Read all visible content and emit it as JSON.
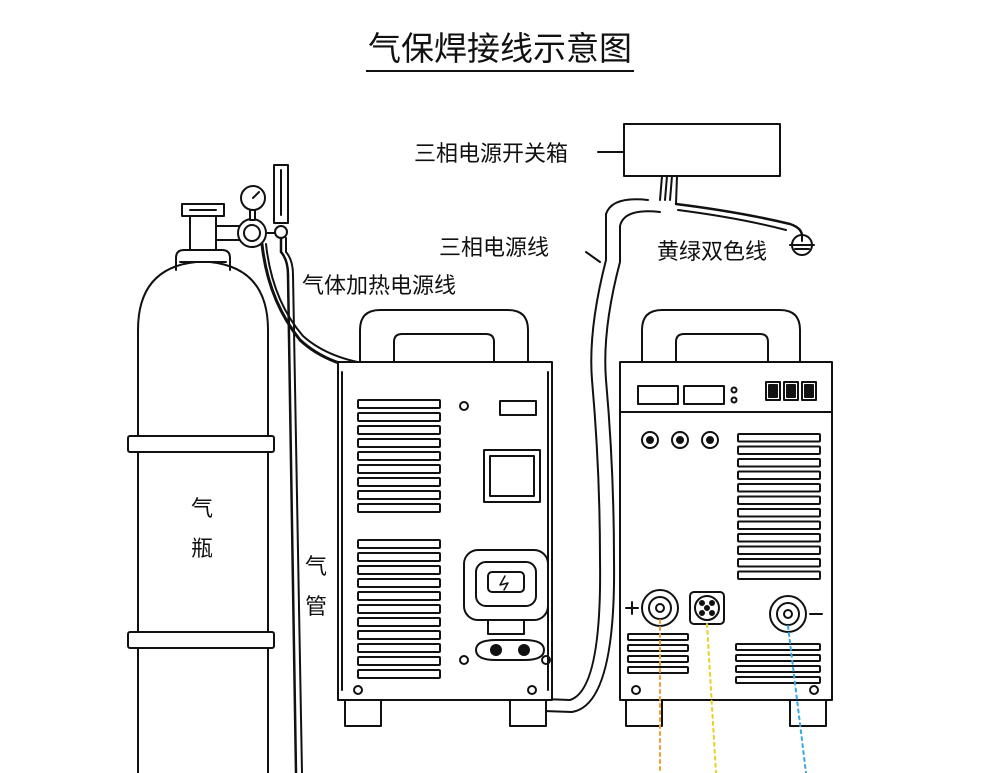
{
  "title": "气保焊接线示意图",
  "labels": {
    "switch_box": "三相电源开关箱",
    "three_phase_cable": "三相电源线",
    "ground_wire": "黄绿双色线",
    "heater_cable": "气体加热电源线",
    "cylinder_char_1": "气",
    "cylinder_char_2": "瓶",
    "hose_char_1": "气",
    "hose_char_2": "管"
  },
  "colors": {
    "line": "#111111",
    "dotted_orange": "#f0a030",
    "dotted_yellow": "#e6d21e",
    "dotted_blue": "#38a8e0"
  }
}
